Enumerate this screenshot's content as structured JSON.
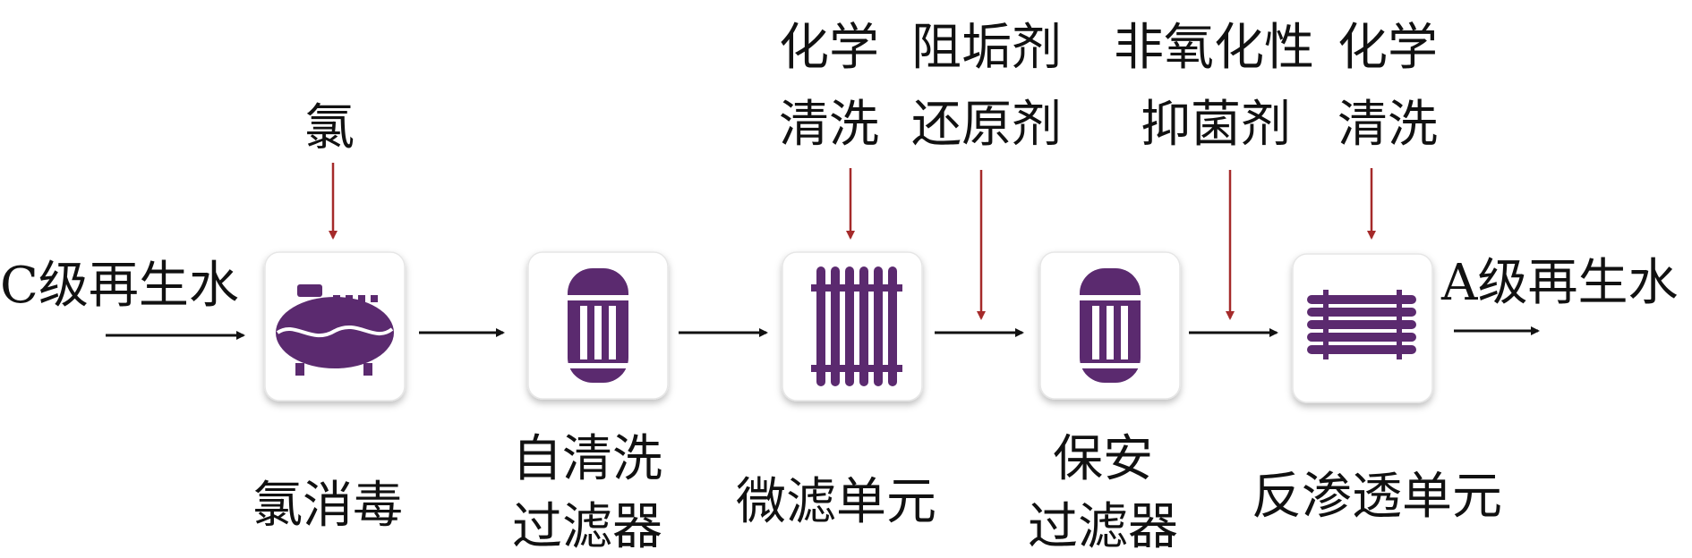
{
  "input_label": "C级再生水",
  "output_label": "A级再生水",
  "colors": {
    "unit_icon": "#5b2a6f",
    "dosing_arrow": "#a52a2a",
    "flow_arrow": "#111111"
  },
  "units": [
    {
      "icon": "tank-icon",
      "label_lines": [
        "氯消毒"
      ]
    },
    {
      "icon": "vessel-filter-icon",
      "label_lines": [
        "自清洗",
        "过滤器"
      ]
    },
    {
      "icon": "microfilter-modules-icon",
      "label_lines": [
        "微滤单元"
      ]
    },
    {
      "icon": "vessel-filter-icon",
      "label_lines": [
        "保安",
        "过滤器"
      ]
    },
    {
      "icon": "ro-membrane-icon",
      "label_lines": [
        "反渗透单元"
      ]
    }
  ],
  "dosing": [
    {
      "lines": [
        "氯"
      ]
    },
    {
      "lines": [
        "化学",
        "清洗"
      ]
    },
    {
      "lines": [
        "阻垢剂",
        "还原剂"
      ]
    },
    {
      "lines": [
        "非氧化性",
        "抑菌剂"
      ]
    },
    {
      "lines": [
        "化学",
        "清洗"
      ]
    }
  ]
}
